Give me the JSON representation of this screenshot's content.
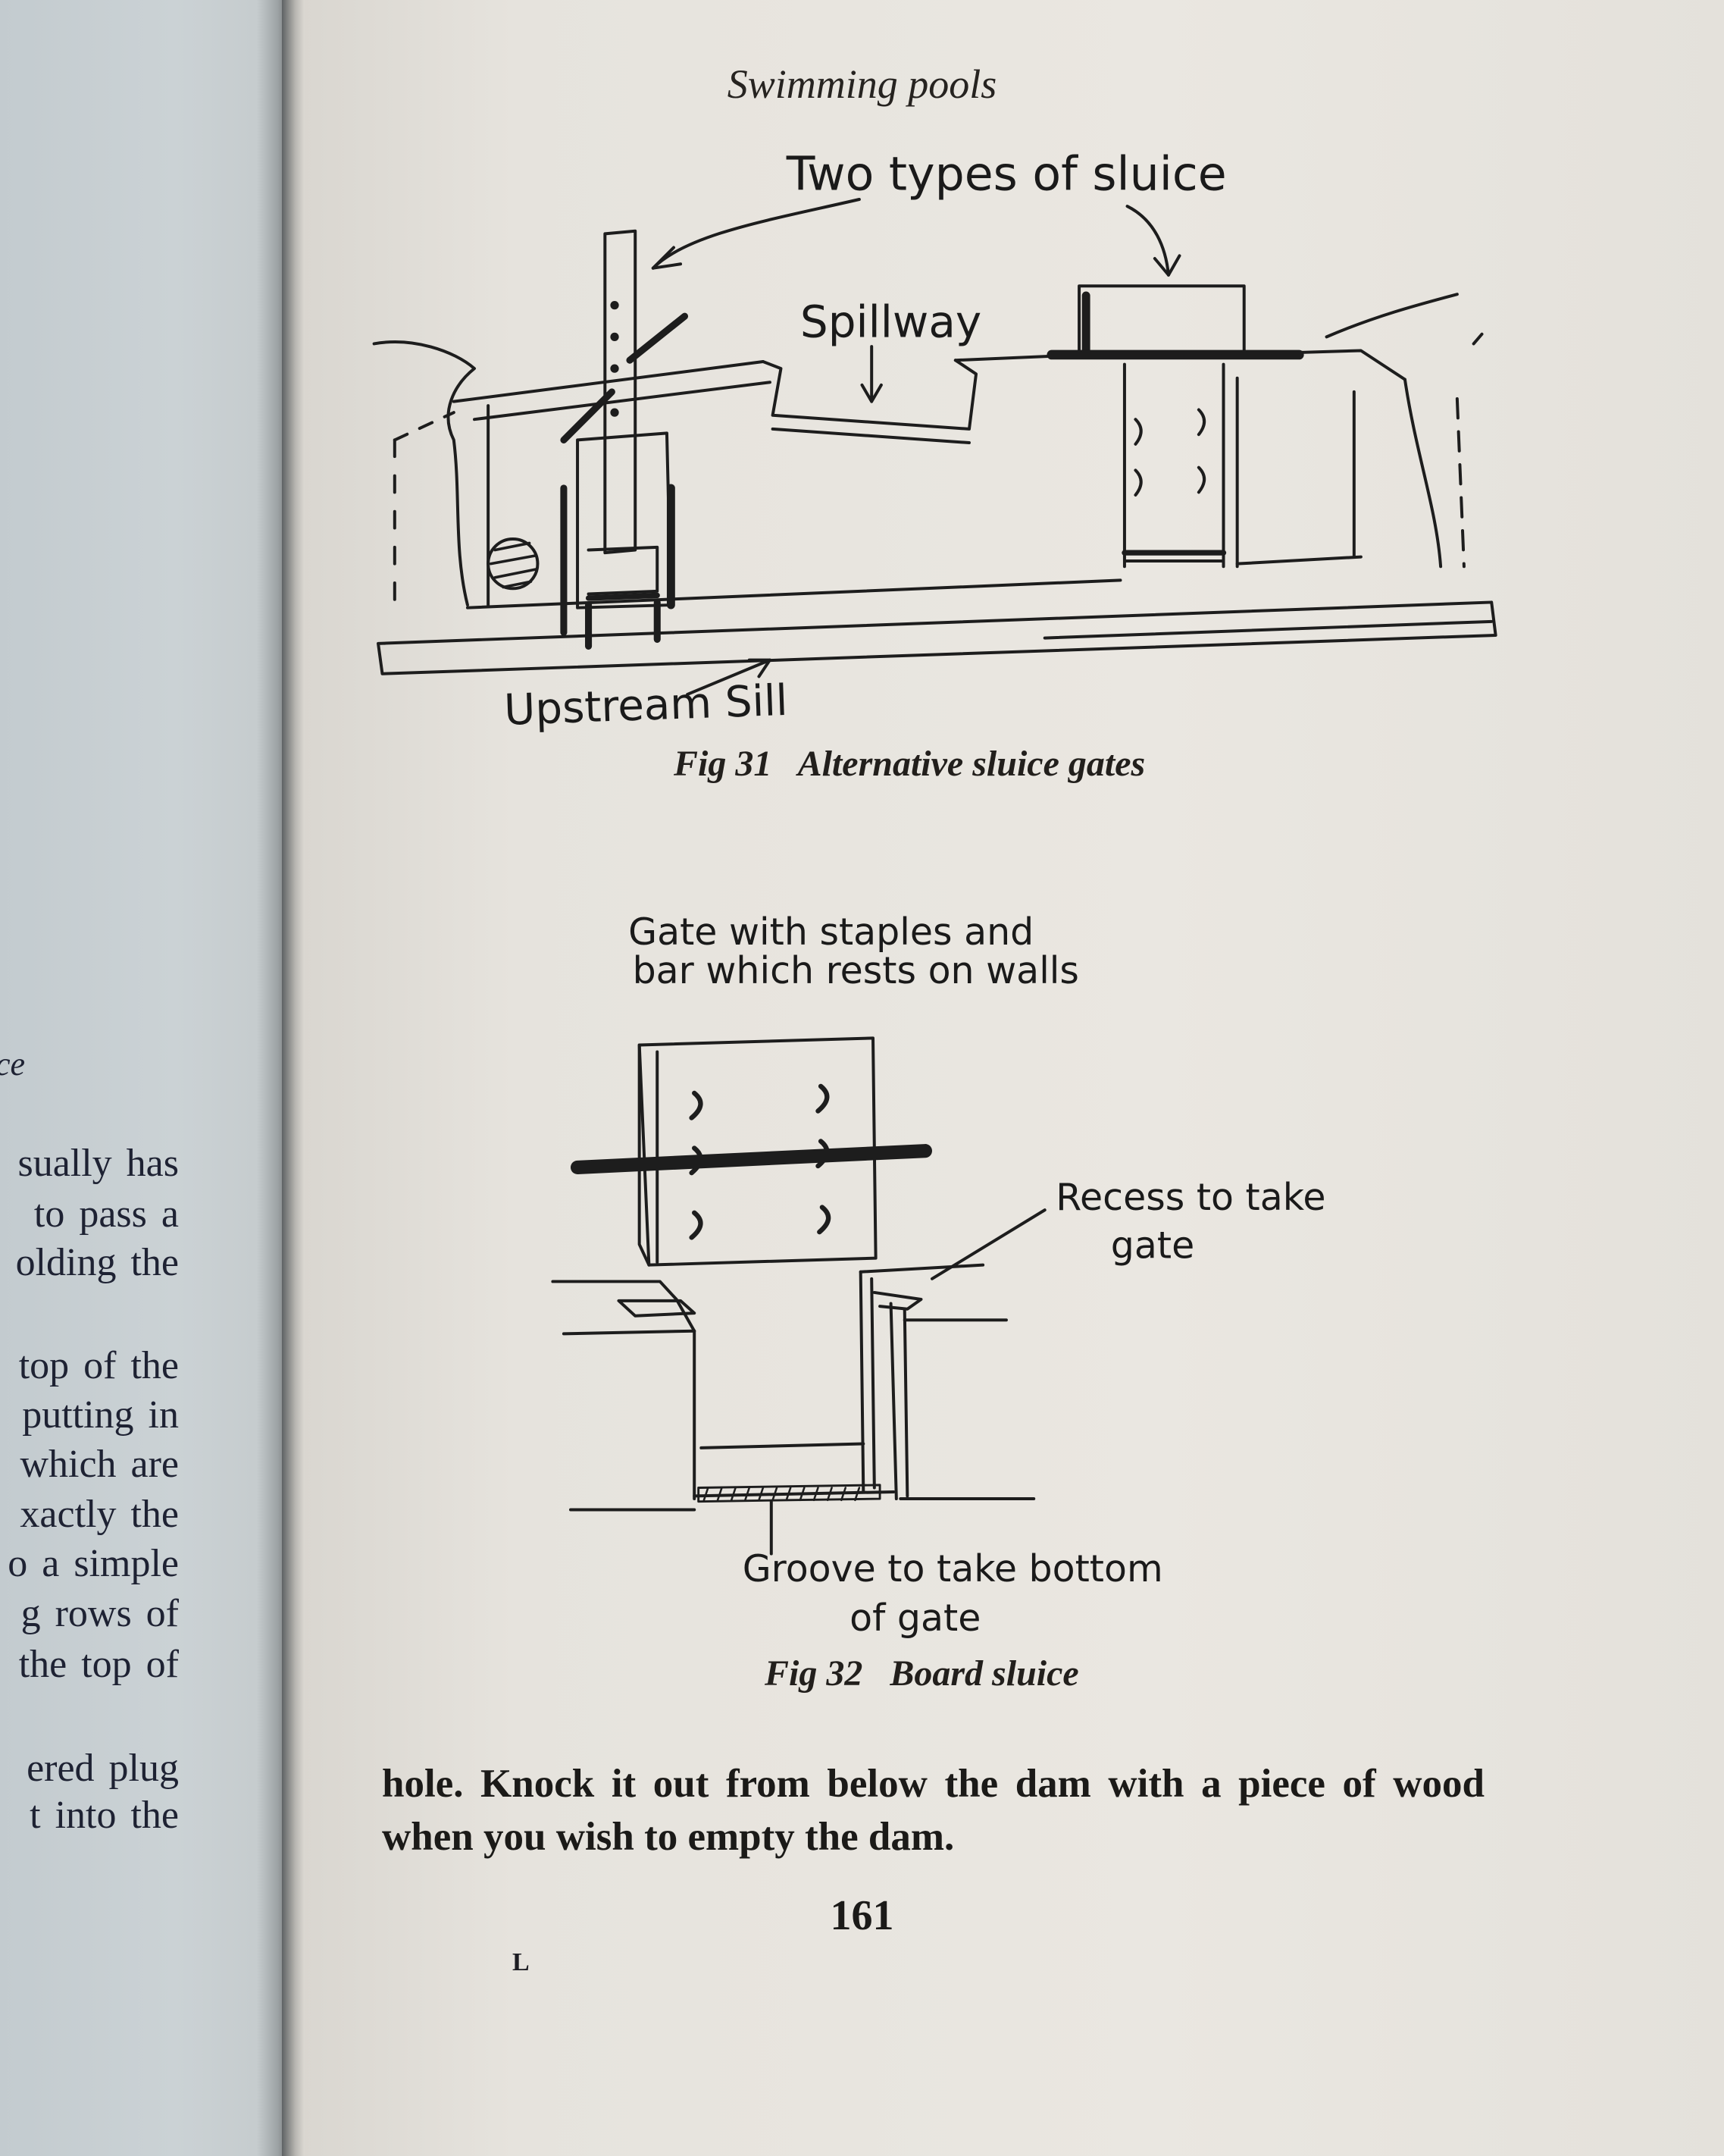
{
  "left_page": {
    "heading_fragment": "ce",
    "lines": [
      "sually has",
      "to pass a",
      "olding the",
      "top of the",
      "putting in",
      "which are",
      "xactly the",
      "o a simple",
      "g rows of",
      "the top of",
      "ered plug",
      "t into the"
    ]
  },
  "right_page": {
    "running_head": "Swimming pools",
    "figure_31": {
      "label_types": "Two types of sluice",
      "label_spillway": "Spillway",
      "label_sill": "Upstream Sill",
      "caption_number": "Fig 31",
      "caption_title": "Alternative sluice gates"
    },
    "figure_32": {
      "label_gate_line1": "Gate with staples and",
      "label_gate_line2": "bar which rests on walls",
      "label_recess_line1": "Recess to take",
      "label_recess_line2": "gate",
      "label_groove_line1": "Groove to take bottom",
      "label_groove_line2": "of gate",
      "caption_number": "Fig 32",
      "caption_title": "Board sluice"
    },
    "body_lines": [
      "hole. Knock it out from below the dam with a piece of wood",
      "when you wish to empty the dam."
    ],
    "page_number": "161",
    "signature_mark": "L"
  }
}
